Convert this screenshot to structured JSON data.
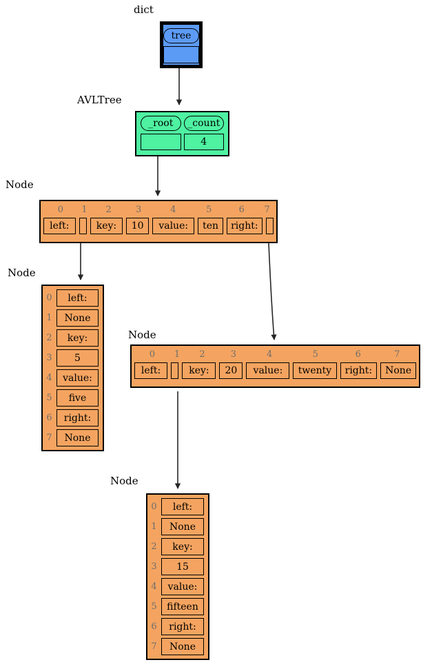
{
  "diagram": {
    "title_labels": {
      "dict": "dict",
      "avltree": "AVLTree",
      "node": "Node"
    }
  },
  "dict_node": {
    "cluster_label": "dict",
    "key": "tree",
    "value": "",
    "fill_color": "#5c9bf5",
    "border_color": "#000000"
  },
  "avl_node": {
    "cluster_label": "AVLTree",
    "fields": [
      {
        "name": "_root",
        "value": ""
      },
      {
        "name": "_count",
        "value": "4"
      }
    ],
    "fill_color": "#4ef2a1",
    "border_color": "#000000"
  },
  "nodes": {
    "root": {
      "cluster_label": "Node",
      "orientation": "horizontal",
      "indices": [
        "0",
        "1",
        "2",
        "3",
        "4",
        "5",
        "6",
        "7"
      ],
      "cells": [
        "left:",
        "",
        "key:",
        "10",
        "value:",
        "ten",
        "right:",
        ""
      ],
      "fill_color": "#f4a460",
      "index_color": "#6d6d6d"
    },
    "left_child": {
      "cluster_label": "Node",
      "orientation": "vertical",
      "indices": [
        "0",
        "1",
        "2",
        "3",
        "4",
        "5",
        "6",
        "7"
      ],
      "cells": [
        "left:",
        "None",
        "key:",
        "5",
        "value:",
        "five",
        "right:",
        "None"
      ],
      "fill_color": "#f4a460",
      "index_color": "#6d6d6d"
    },
    "right_child": {
      "cluster_label": "Node",
      "orientation": "horizontal",
      "indices": [
        "0",
        "1",
        "2",
        "3",
        "4",
        "5",
        "6",
        "7"
      ],
      "cells": [
        "left:",
        "",
        "key:",
        "20",
        "value:",
        "twenty",
        "right:",
        "None"
      ],
      "fill_color": "#f4a460",
      "index_color": "#6d6d6d"
    },
    "grandchild": {
      "cluster_label": "Node",
      "orientation": "vertical",
      "indices": [
        "0",
        "1",
        "2",
        "3",
        "4",
        "5",
        "6",
        "7"
      ],
      "cells": [
        "left:",
        "None",
        "key:",
        "15",
        "value:",
        "fifteen",
        "right:",
        "None"
      ],
      "fill_color": "#f4a460",
      "index_color": "#6d6d6d"
    }
  },
  "edges": [
    {
      "from": "dict.tree",
      "to": "avl_node"
    },
    {
      "from": "avl_node._root",
      "to": "root_node"
    },
    {
      "from": "root_node.left",
      "to": "left_child_node"
    },
    {
      "from": "root_node.right",
      "to": "right_child_node"
    },
    {
      "from": "right_child_node.left",
      "to": "grandchild_node"
    }
  ]
}
